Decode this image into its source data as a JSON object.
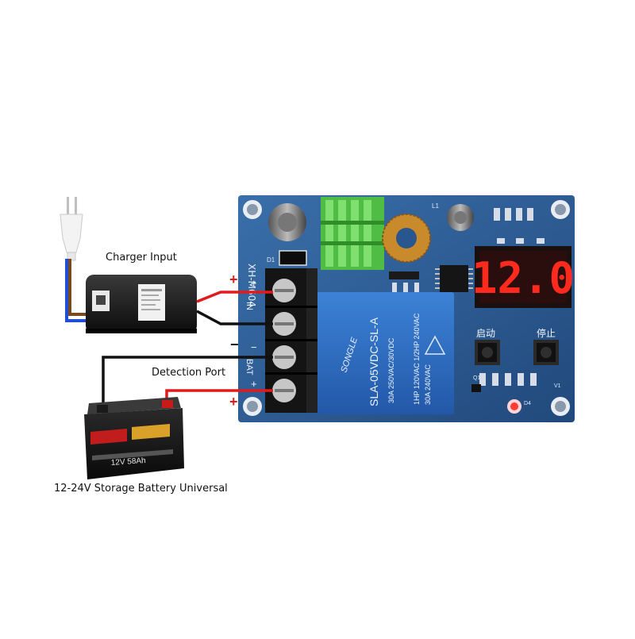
{
  "labels": {
    "charger_input": "Charger Input",
    "detection_port": "Detection Port",
    "battery_caption": "12-24V Storage Battery Universal"
  },
  "board": {
    "model": "XH-M604",
    "display_value": "12.0",
    "button_start": "启动",
    "button_stop": "停止",
    "terminal_in": "IN",
    "terminal_bat": "BAT",
    "relay_brand": "SONGLE",
    "relay_model": "SLA-05VDC-SL-A",
    "relay_specs": [
      "30A 250VAC/30VDC",
      "1HP 120VAC  1/2HP 240VAC",
      "30A 240VAC"
    ],
    "part_refs": {
      "d1": "D1",
      "l1": "L1",
      "d4": "D4",
      "v1": "V1",
      "q1": "Q1"
    }
  },
  "battery": {
    "capacity": "12V 58Ah"
  },
  "polarity": {
    "plus": "+",
    "minus": "−"
  },
  "colors": {
    "board": "#2c5c96",
    "display_digits": "#ff2a1e",
    "heatsink": "#56c84a",
    "relay": "#2f6fc7",
    "wire_red": "#e01b1b",
    "wire_black": "#111111",
    "wire_blue": "#1f4fd6",
    "wire_brown": "#7a4a1e"
  },
  "icons": [
    "ac-plug-icon",
    "power-adapter-icon",
    "battery-icon",
    "lcd-display-icon",
    "relay-icon",
    "push-button-icon"
  ]
}
